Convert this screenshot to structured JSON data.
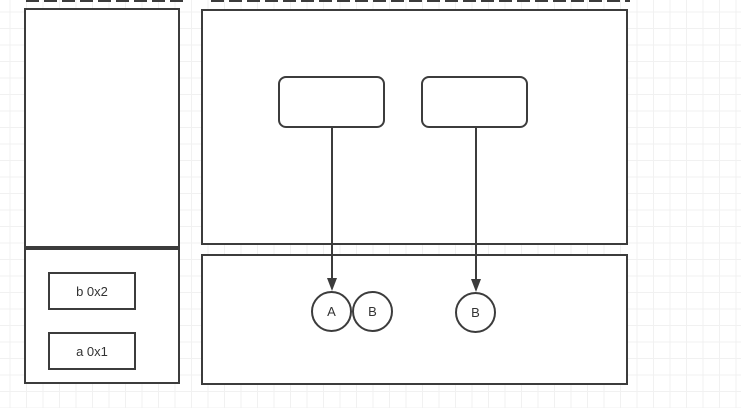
{
  "canvas": {
    "background": "#ffffff",
    "grid_color": "#f1f1f1",
    "stroke_color": "#3c3c3c"
  },
  "left_column": {
    "variables": [
      {
        "label": "b 0x2"
      },
      {
        "label": "a 0x1"
      }
    ]
  },
  "right_section": {
    "reference_nodes": [
      {
        "label": ""
      },
      {
        "label": ""
      }
    ],
    "objects": [
      {
        "label": "A"
      },
      {
        "label": "B"
      },
      {
        "label": "B"
      }
    ]
  }
}
